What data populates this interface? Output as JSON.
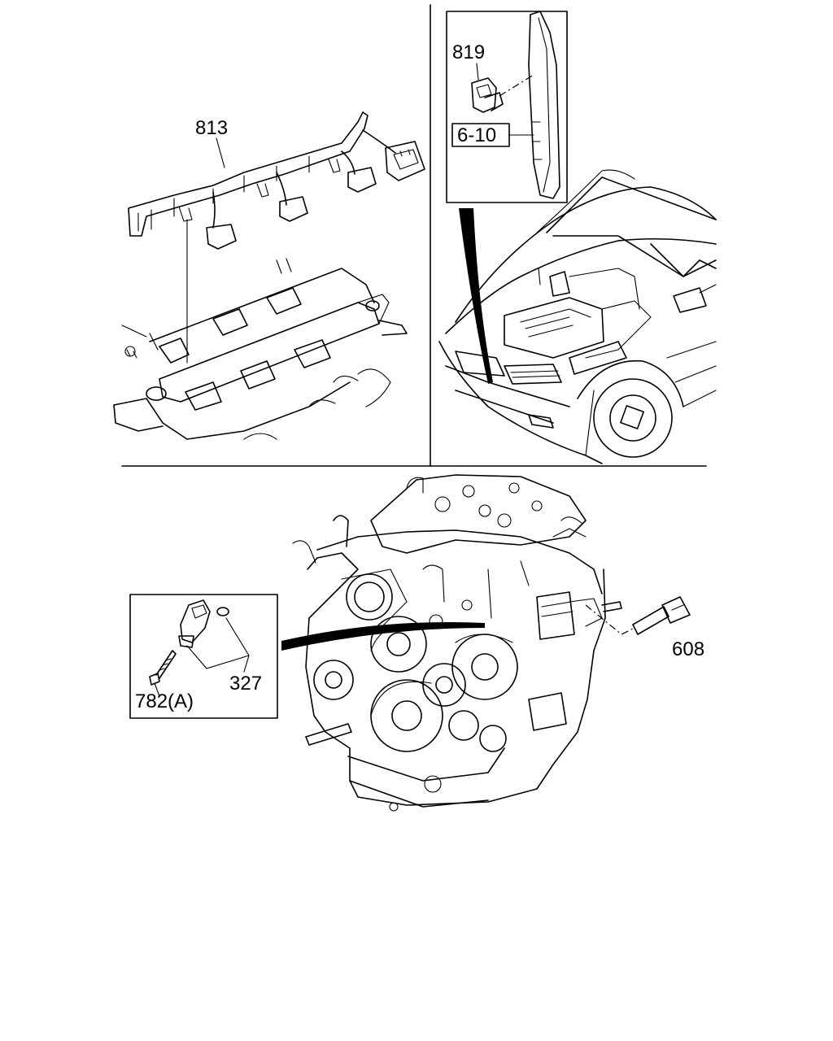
{
  "callouts": {
    "harness_813": "813",
    "connector_819": "819",
    "ref_6_10": "6-10",
    "sensor_608": "608",
    "sensor_327": "327",
    "bolt_782a": "782(A)"
  }
}
